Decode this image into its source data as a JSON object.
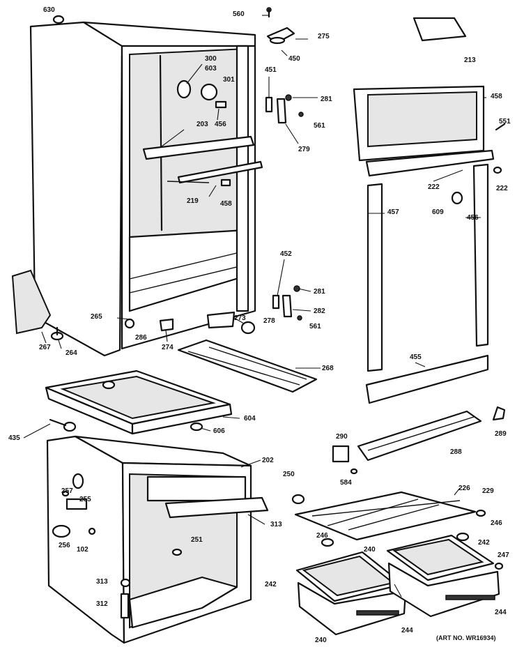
{
  "art_number": "(ART NO. WR16934)",
  "labels": {
    "l630": "630",
    "l560": "560",
    "l275": "275",
    "l450": "450",
    "l213": "213",
    "l300": "300",
    "l603": "603",
    "l301": "301",
    "l451": "451",
    "l281a": "281",
    "l456a": "456",
    "l561a": "561",
    "l203": "203",
    "l279": "279",
    "l458a": "458",
    "l551": "551",
    "l219": "219",
    "l458b": "458",
    "l222a": "222",
    "l222b": "222",
    "l609": "609",
    "l457": "457",
    "l456b": "456",
    "l452": "452",
    "l281b": "281",
    "l282": "282",
    "l265": "265",
    "l273": "273",
    "l278": "278",
    "l561b": "561",
    "l286a": "286",
    "l274": "274",
    "l267": "267",
    "l264": "264",
    "l268": "268",
    "l455": "455",
    "l604": "604",
    "l435": "435",
    "l606": "606",
    "l289": "289",
    "l290": "290",
    "l288": "288",
    "l202": "202",
    "l584": "584",
    "l257": "257",
    "l255": "255",
    "l250": "250",
    "l226": "226",
    "l229": "229",
    "l313a": "313",
    "l256": "256",
    "l102": "102",
    "l251": "251",
    "l246a": "246",
    "l246b": "246",
    "l242a": "242",
    "l240a": "240",
    "l247": "247",
    "l313b": "313",
    "l242b": "242",
    "l312": "312",
    "l244a": "244",
    "l244b": "244",
    "l240b": "240"
  }
}
